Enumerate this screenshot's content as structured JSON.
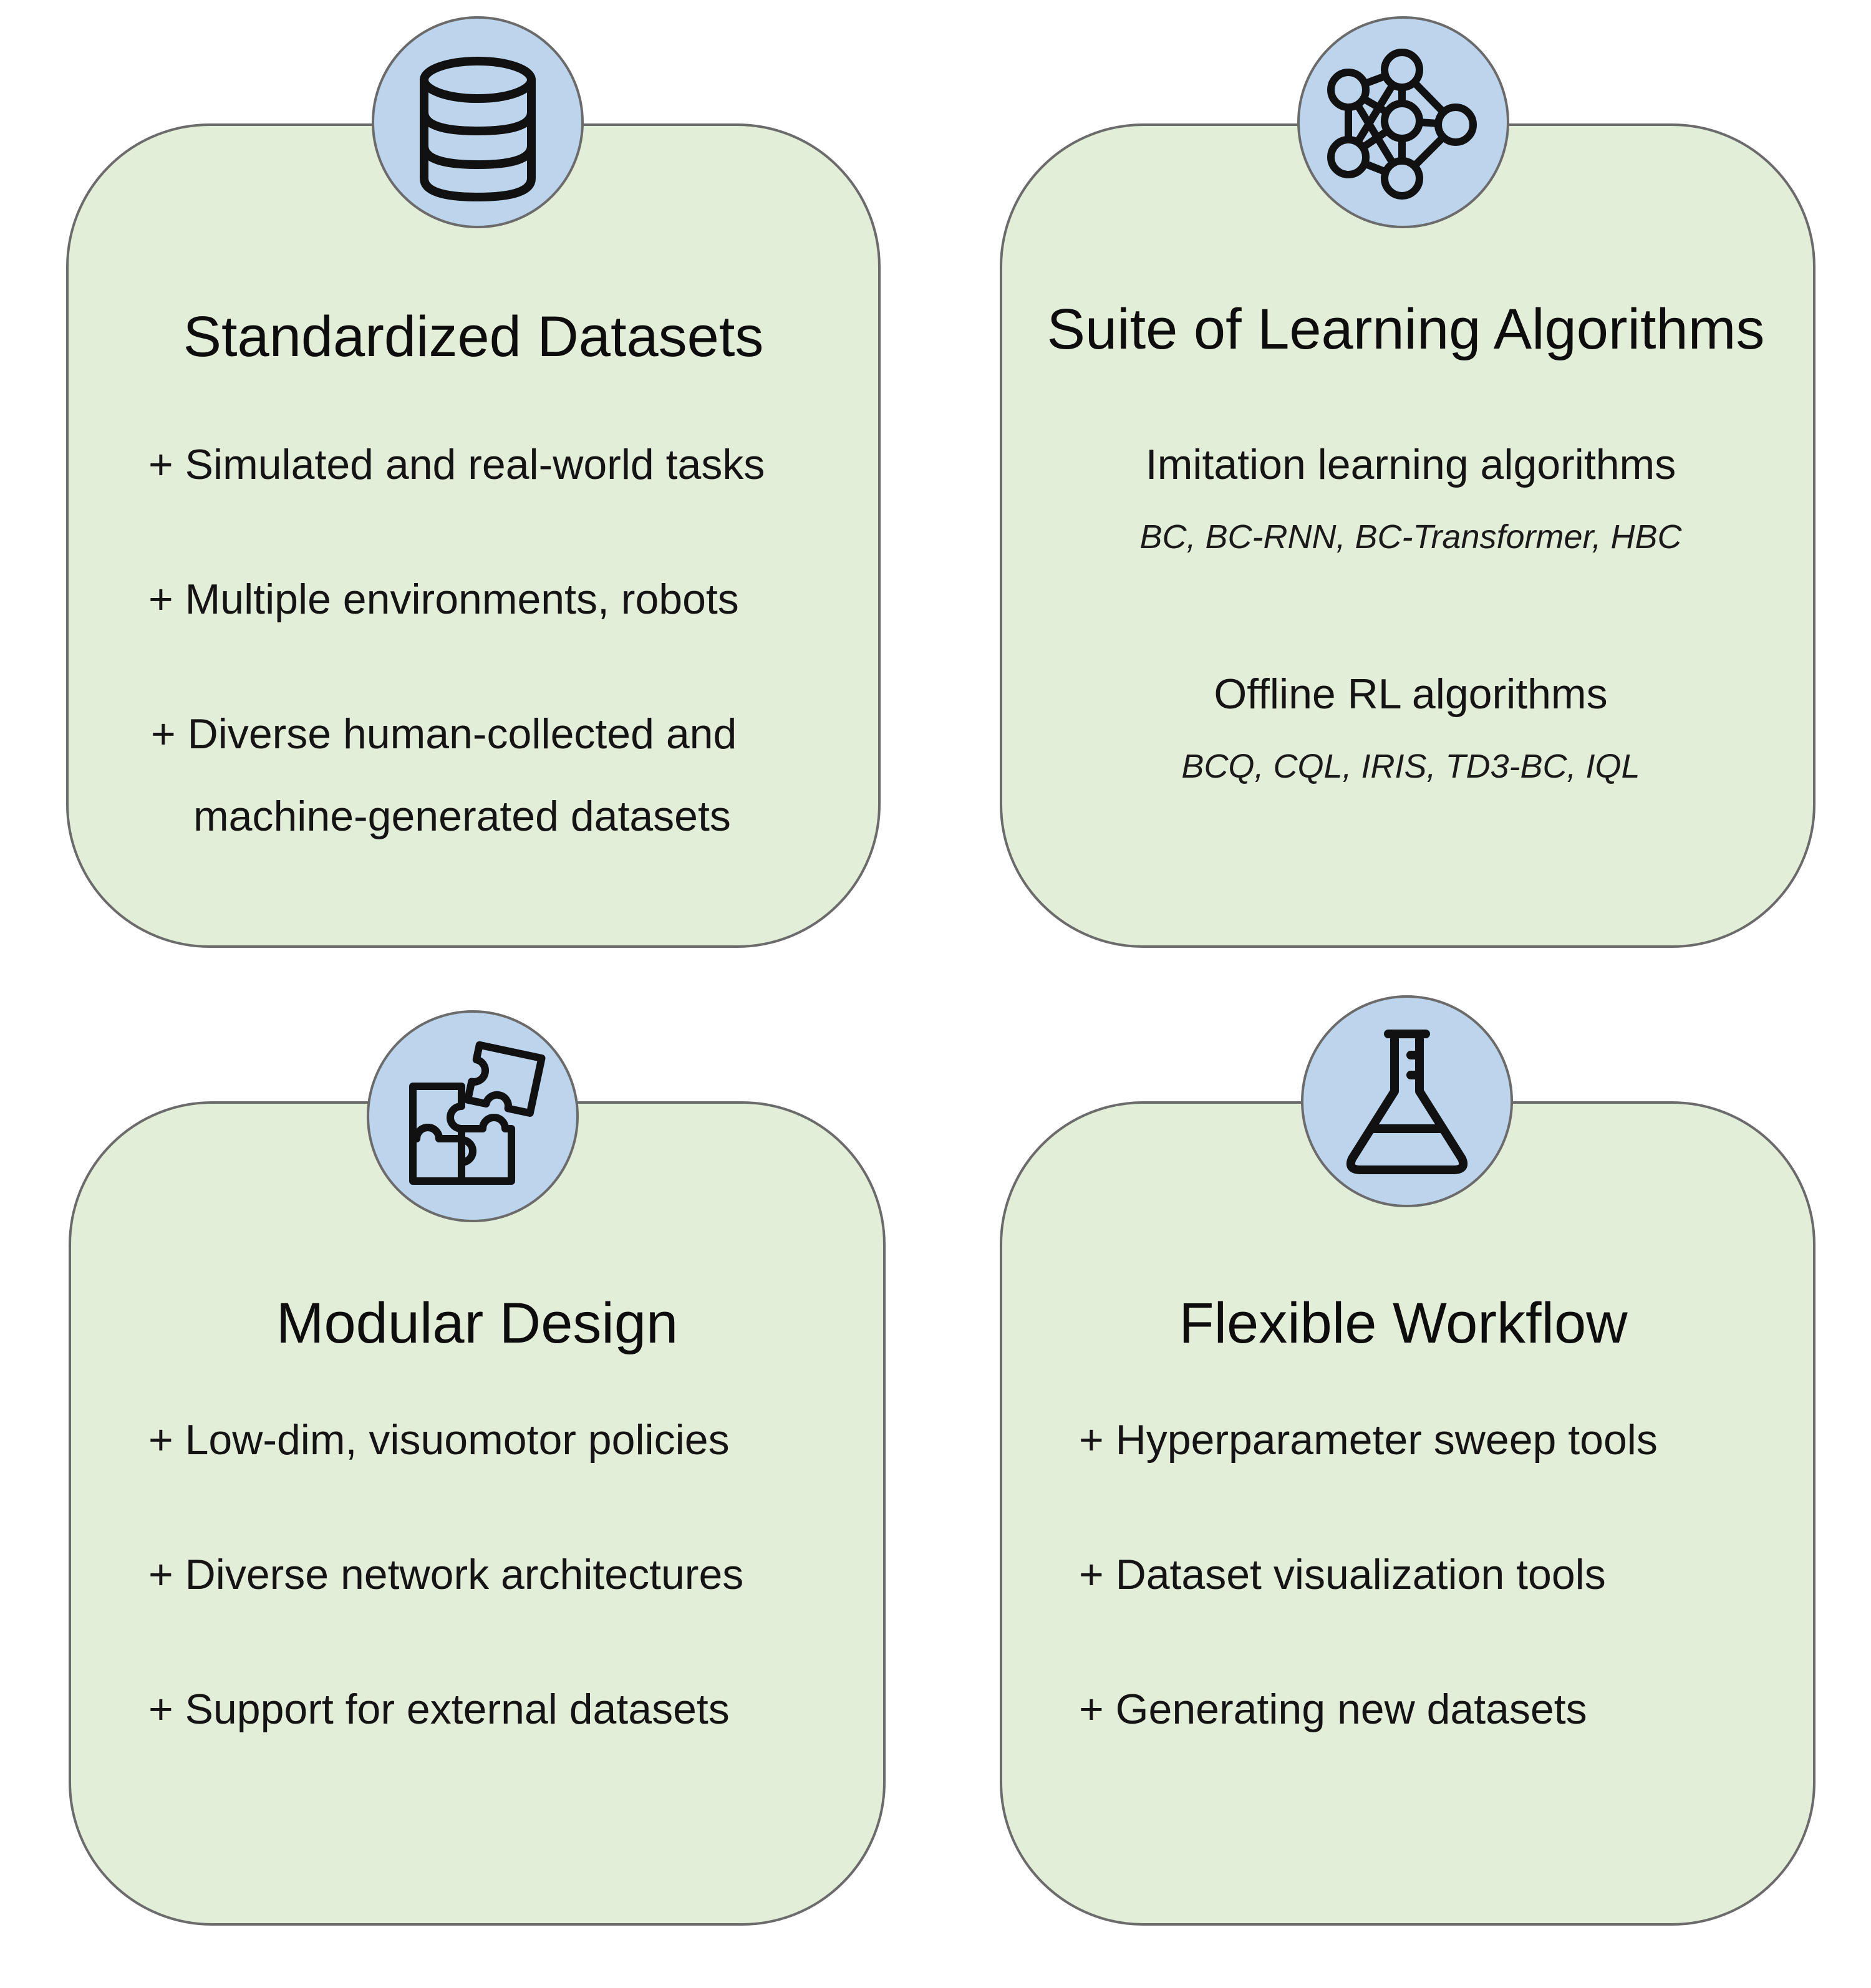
{
  "cards": [
    {
      "title": "Standardized Datasets",
      "icon": "database-icon",
      "items": [
        "+ Simulated and real-world tasks",
        "+ Multiple environments, robots",
        "+ Diverse human-collected and",
        "machine-generated datasets"
      ]
    },
    {
      "title": "Suite of Learning Algorithms",
      "icon": "neural-network-icon",
      "groups": [
        {
          "heading": "Imitation learning algorithms",
          "list": "BC, BC-RNN, BC-Transformer, HBC"
        },
        {
          "heading": "Offline RL algorithms",
          "list": "BCQ, CQL, IRIS, TD3-BC, IQL"
        }
      ]
    },
    {
      "title": "Modular Design",
      "icon": "puzzle-icon",
      "items": [
        "+ Low-dim, visuomotor policies",
        "+ Diverse network architectures",
        "+ Support for external datasets"
      ]
    },
    {
      "title": "Flexible Workflow",
      "icon": "flask-icon",
      "items": [
        "+ Hyperparameter sweep tools",
        "+ Dataset visualization tools",
        "+ Generating new datasets"
      ]
    }
  ],
  "colors": {
    "card_fill": "#e2eed8",
    "card_border": "#6b6b6b",
    "icon_circle_fill": "#bcd4ec",
    "text": "#111111"
  }
}
